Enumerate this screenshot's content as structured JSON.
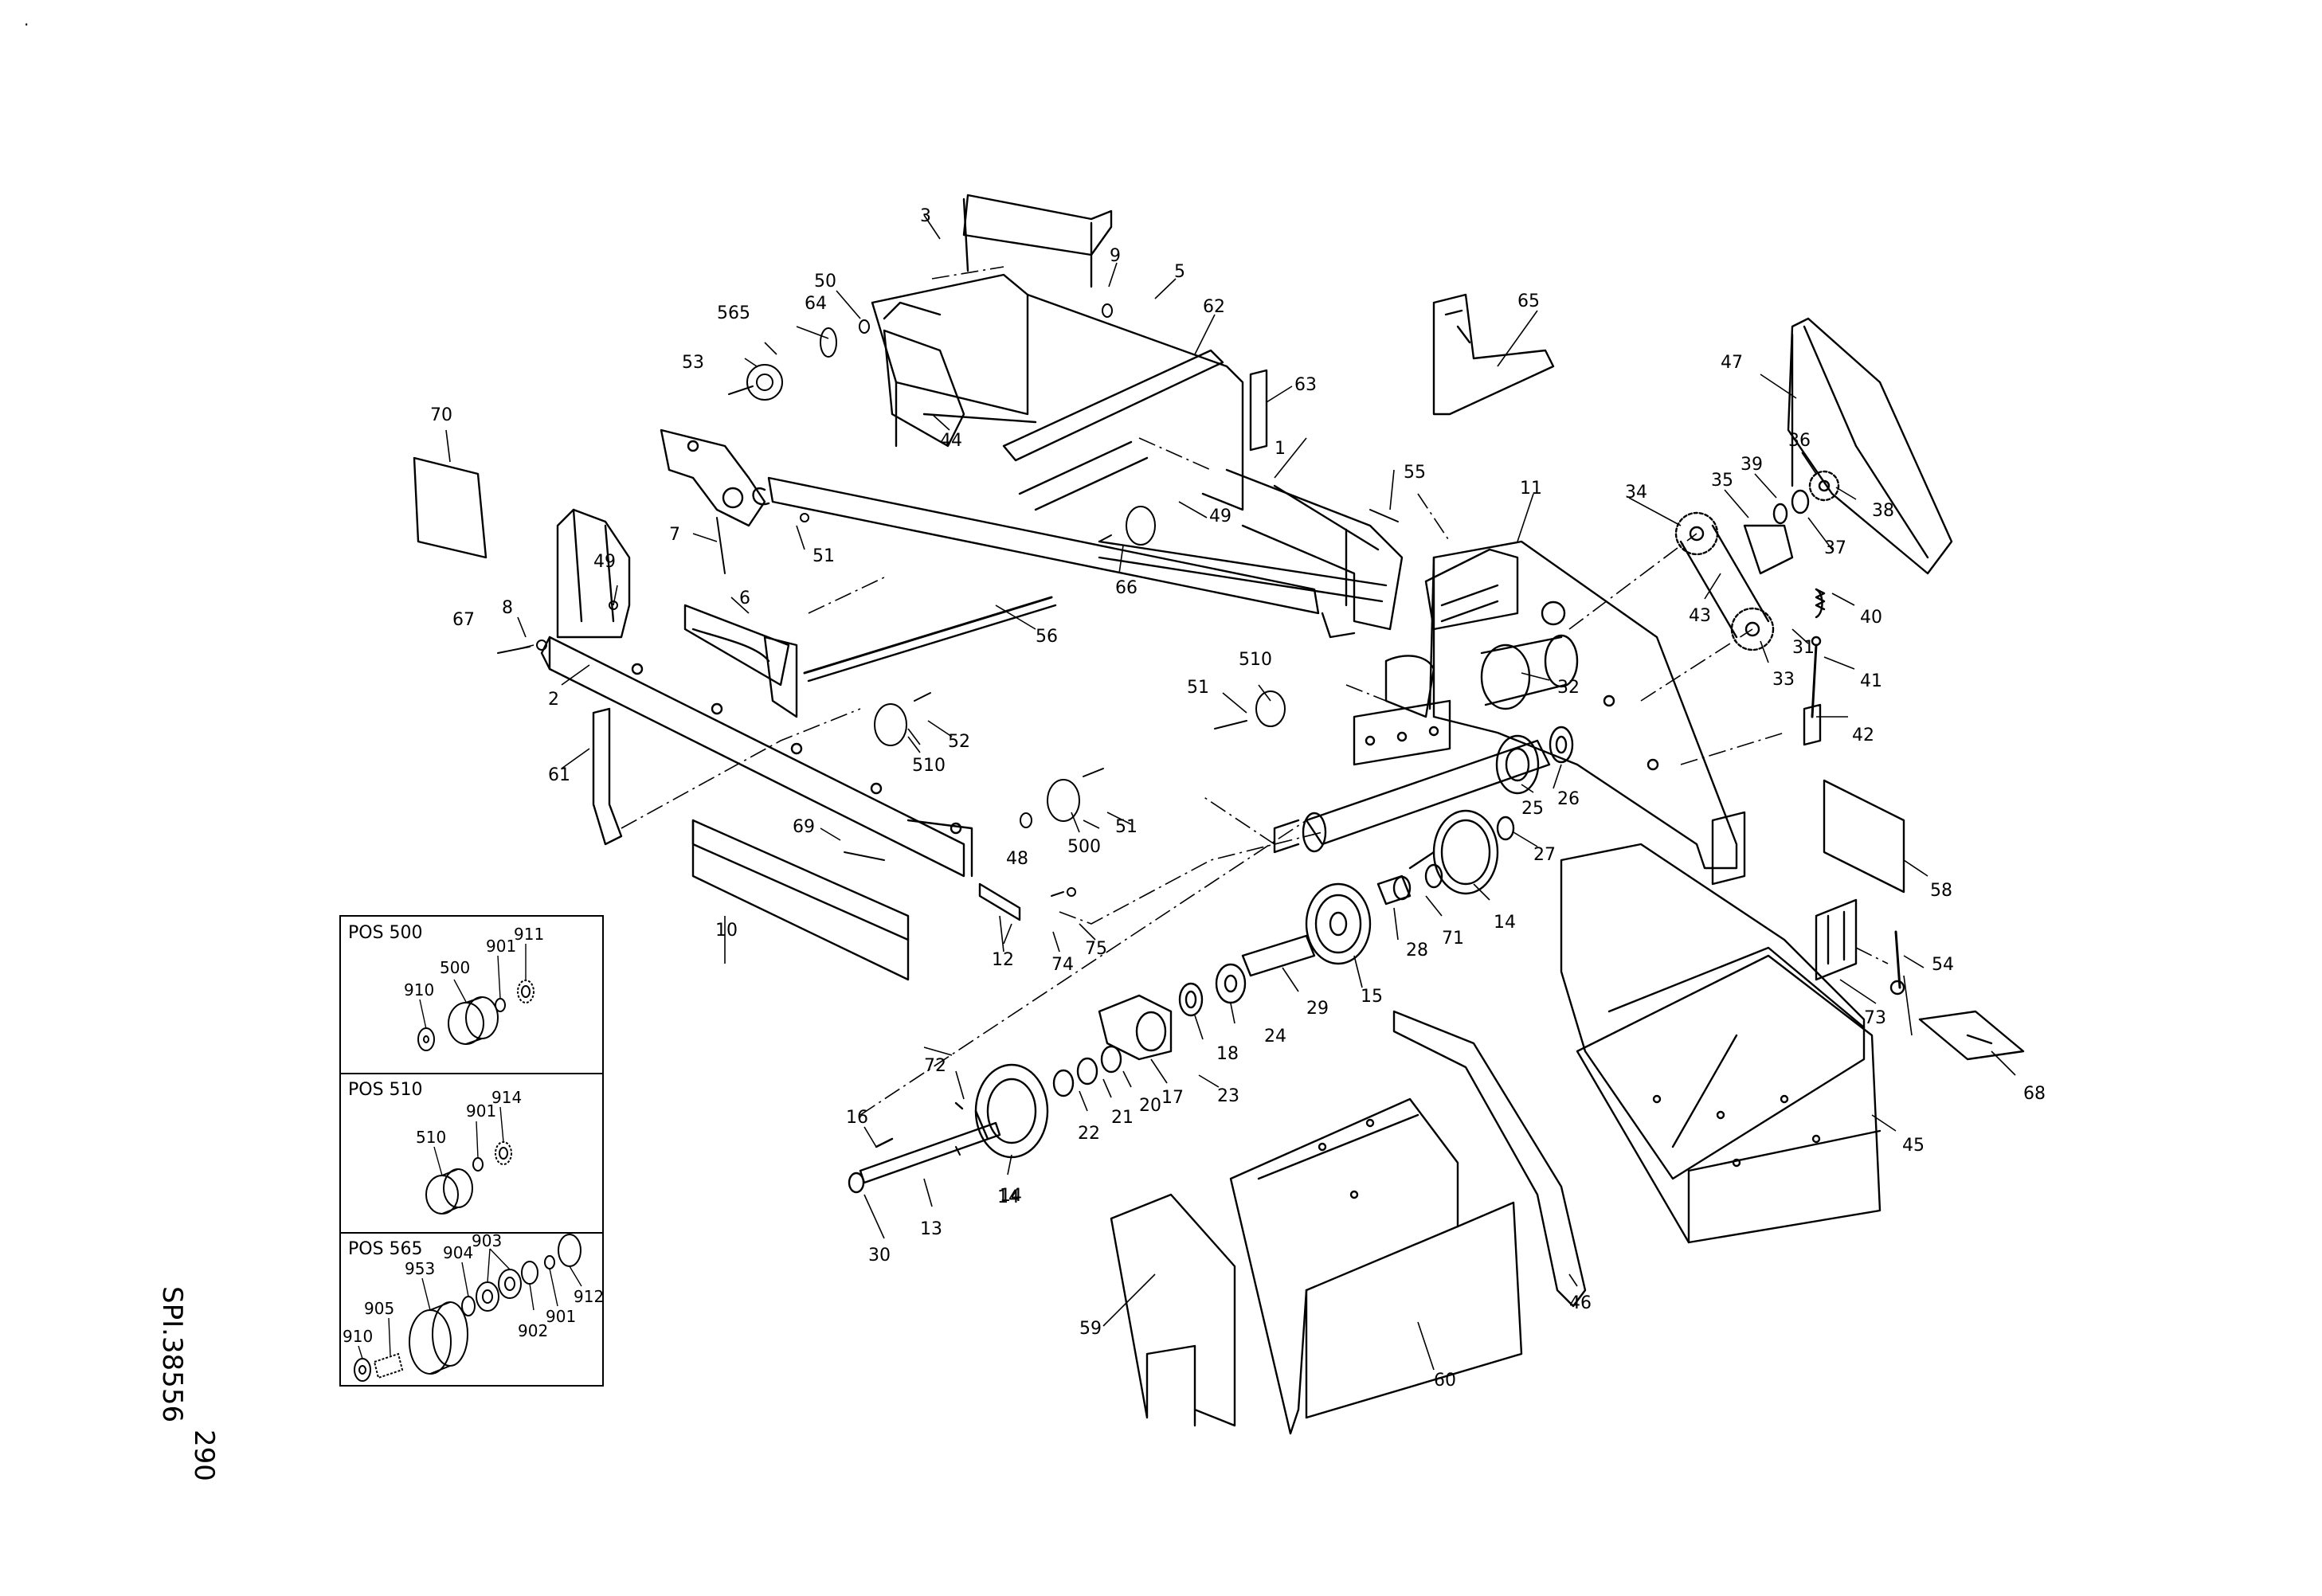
{
  "parts": [
    "1",
    "2",
    "3",
    "5",
    "6",
    "7",
    "8",
    "9",
    "10",
    "11",
    "12",
    "13",
    "14",
    "14",
    "14",
    "15",
    "16",
    "17",
    "18",
    "20",
    "21",
    "22",
    "23",
    "24",
    "25",
    "26",
    "27",
    "28",
    "29",
    "30",
    "31",
    "32",
    "33",
    "34",
    "35",
    "36",
    "37",
    "38",
    "39",
    "40",
    "41",
    "42",
    "43",
    "44",
    "45",
    "46",
    "47",
    "48",
    "49",
    "49",
    "50",
    "51",
    "51",
    "51",
    "52",
    "53",
    "54",
    "55",
    "56",
    "58",
    "59",
    "60",
    "61",
    "62",
    "63",
    "64",
    "65",
    "66",
    "67",
    "68",
    "69",
    "70",
    "71",
    "72",
    "73",
    "74",
    "75",
    "500",
    "510",
    "510",
    "565"
  ],
  "insets": [
    {
      "title": "POS 500",
      "labels": [
        "500",
        "901",
        "910",
        "911"
      ]
    },
    {
      "title": "POS 510",
      "labels": [
        "510",
        "901",
        "914"
      ]
    },
    {
      "title": "POS 565",
      "labels": [
        "903",
        "904",
        "953",
        "905",
        "910",
        "912",
        "901",
        "902"
      ]
    }
  ],
  "side_text": {
    "number": "290",
    "code": "SPI.38556"
  },
  "corner_mark": "."
}
